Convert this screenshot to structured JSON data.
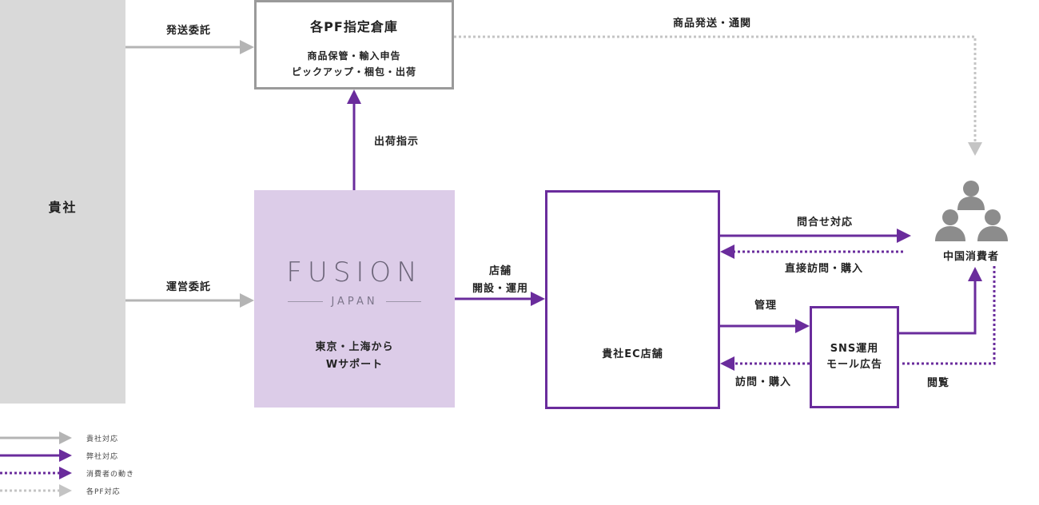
{
  "client": {
    "label": "貴社"
  },
  "warehouse": {
    "title": "各PF指定倉庫",
    "line1": "商品保管・輸入申告",
    "line2": "ピックアップ・梱包・出荷"
  },
  "fusion": {
    "logo_main": "FUSION",
    "logo_sub": "JAPAN",
    "line1": "東京・上海から",
    "line2": "Wサポート"
  },
  "ec_store": {
    "label": "貴社EC店舗"
  },
  "sns": {
    "line1": "SNS運用",
    "line2": "モール広告"
  },
  "consumers": {
    "label": "中国消費者"
  },
  "flows": {
    "shipping_consign": "発送委託",
    "operation_consign": "運営委託",
    "shipping_instruction": "出荷指示",
    "product_shipping": "商品発送・通関",
    "store_open_line1": "店舗",
    "store_open_line2": "開設・運用",
    "inquiry_response": "問合せ対応",
    "direct_visit": "直接訪問・購入",
    "management": "管理",
    "visit_purchase": "訪問・購入",
    "browse": "閲覧"
  },
  "legend": {
    "client_handling": "貴社対応",
    "our_handling": "弊社対応",
    "consumer_action": "消費者の動き",
    "pf_handling": "各PF対応"
  },
  "colors": {
    "gray": "#b4b4b4",
    "gray_dotted": "#c4c4c4",
    "purple": "#6a2c9c",
    "fusion_bg": "#dccce8",
    "client_bg": "#d9d9d9",
    "person_icon": "#8c8c8c"
  }
}
